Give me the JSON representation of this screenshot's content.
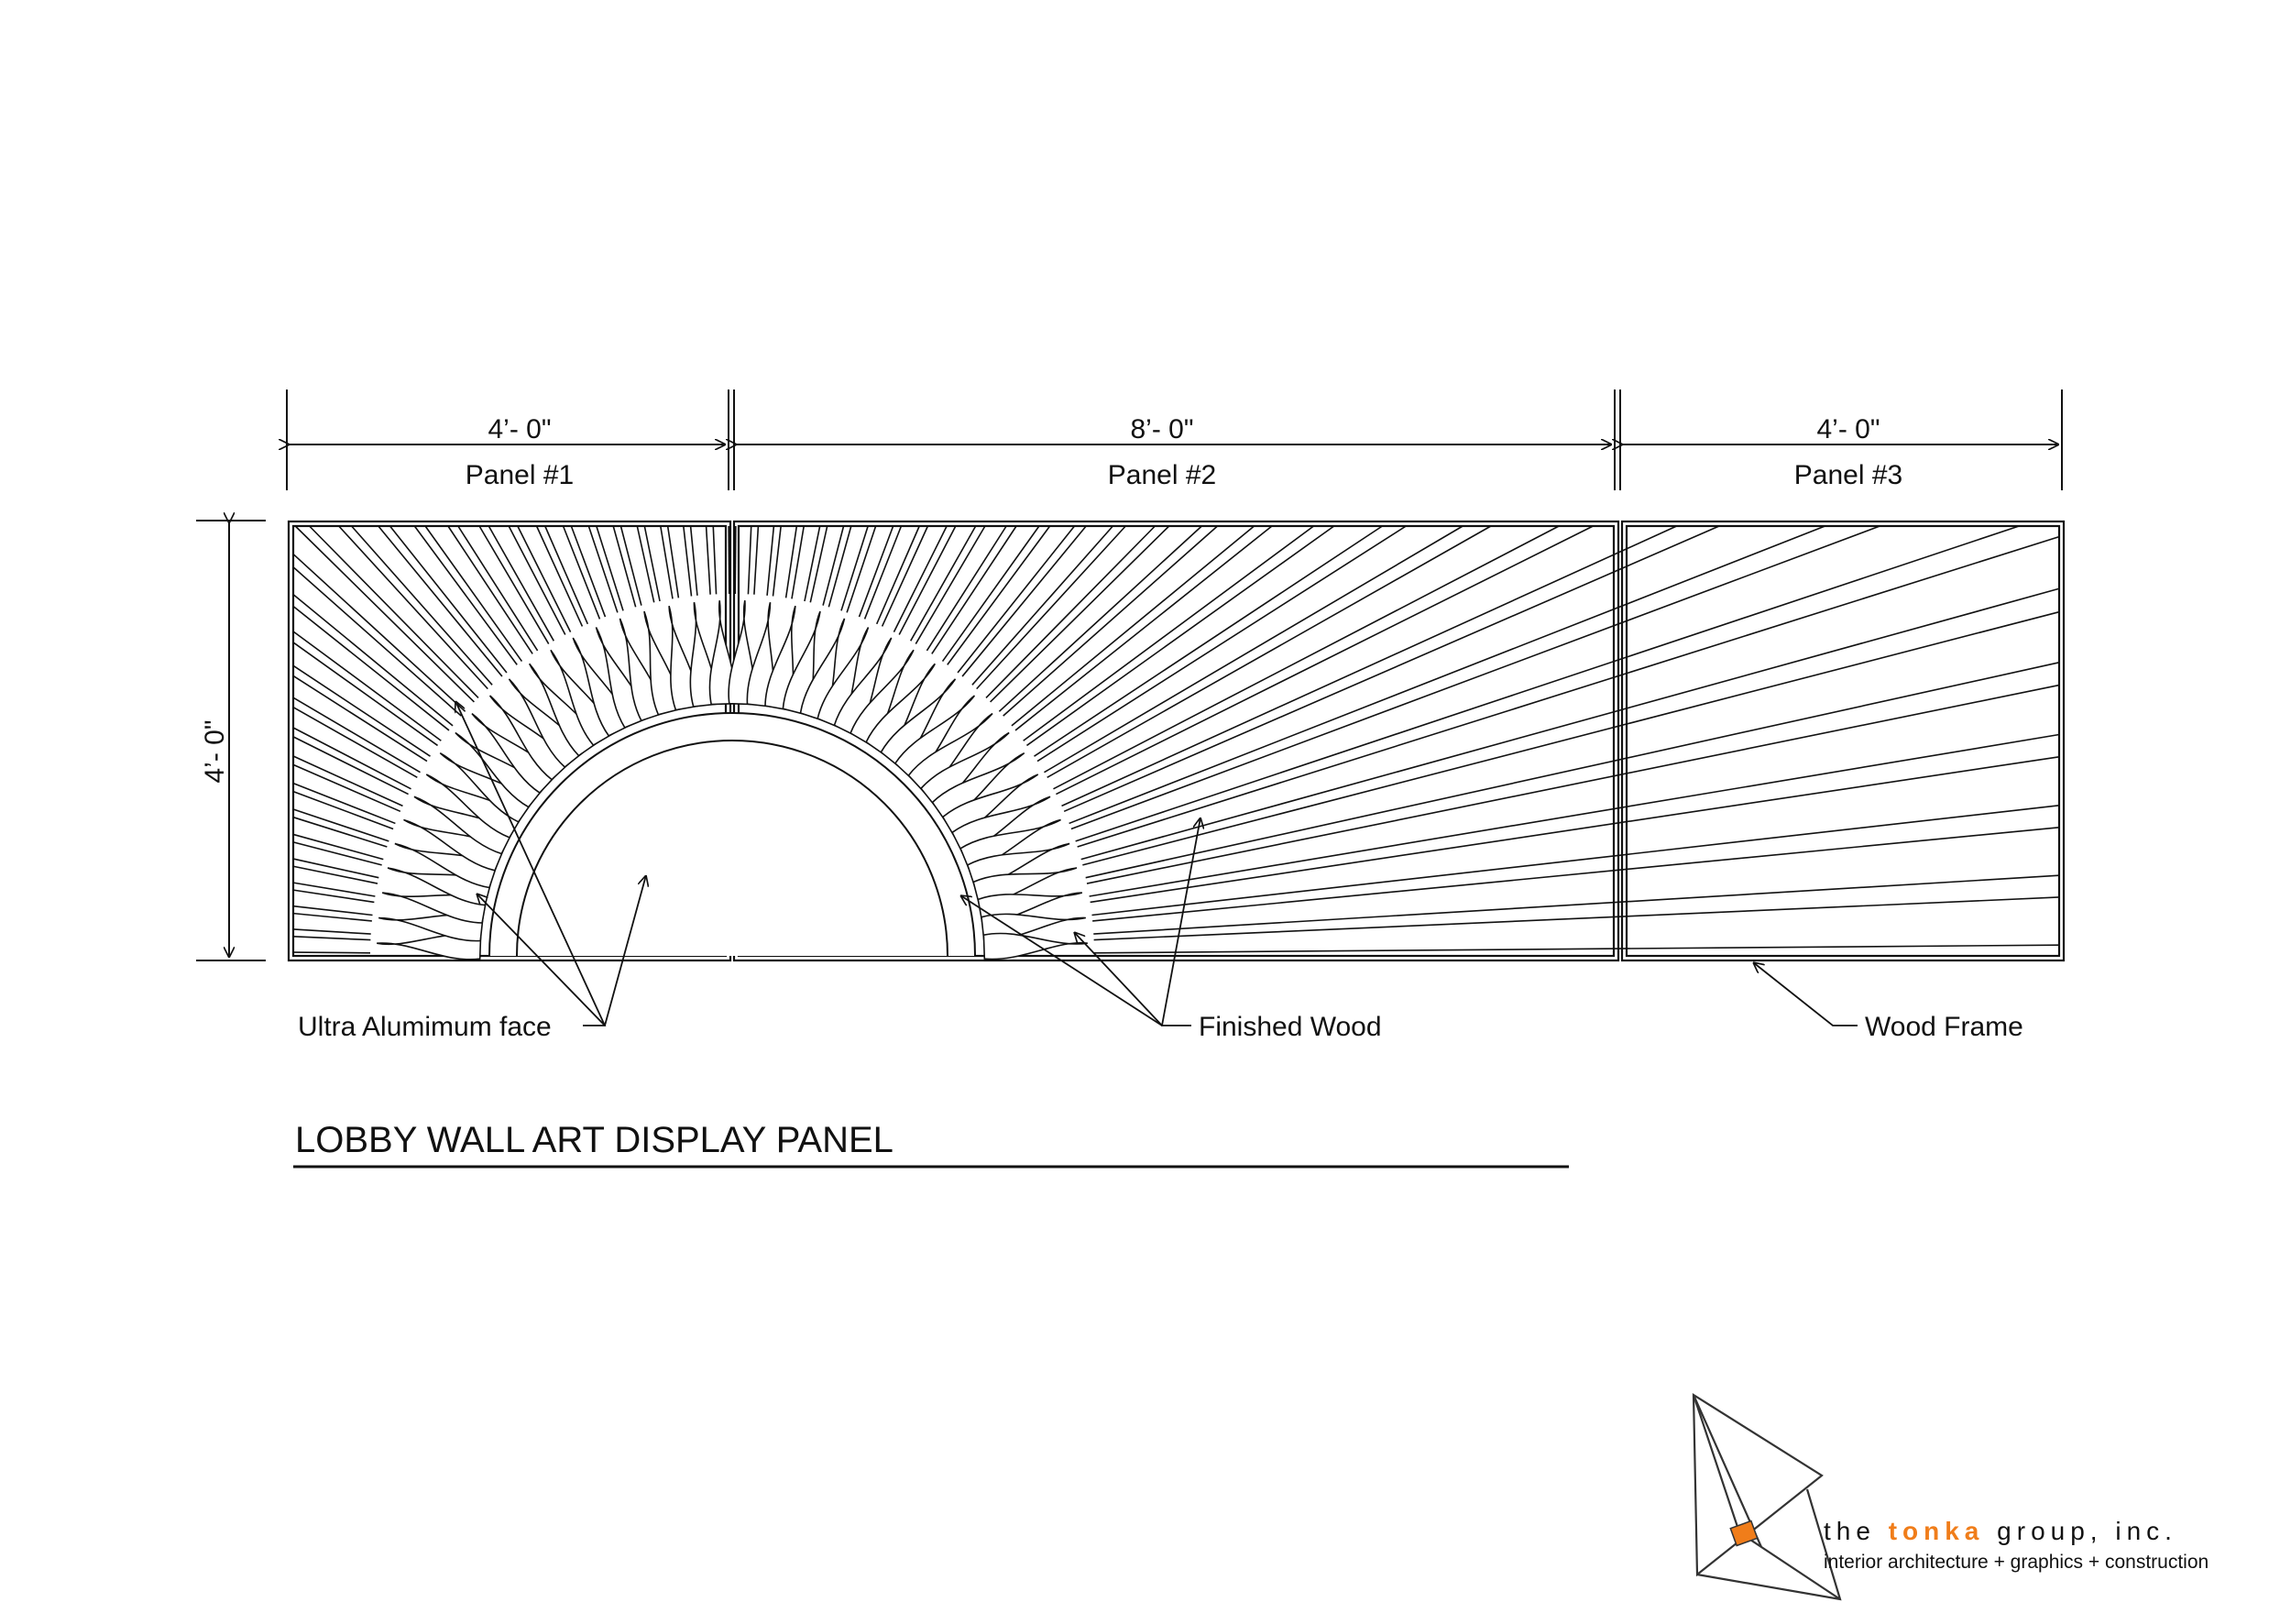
{
  "dimensions": {
    "panel1_width": "4’- 0\"",
    "panel2_width": "8’- 0\"",
    "panel3_width": "4’- 0\"",
    "height": "4’- 0\""
  },
  "panels": {
    "panel1_label": "Panel #1",
    "panel2_label": "Panel #2",
    "panel3_label": "Panel #3"
  },
  "callouts": {
    "aluminum": "Ultra Alumimum face",
    "wood": "Finished Wood",
    "frame": "Wood Frame"
  },
  "title": "LOBBY WALL ART DISPLAY PANEL",
  "brand": {
    "prefix": "the ",
    "highlight": "tonka",
    "suffix": " group, inc.",
    "tagline": "interior architecture + graphics + construction",
    "accent_color": "#f07d1a"
  },
  "colors": {
    "line": "#111111",
    "logo_line": "#333333"
  }
}
